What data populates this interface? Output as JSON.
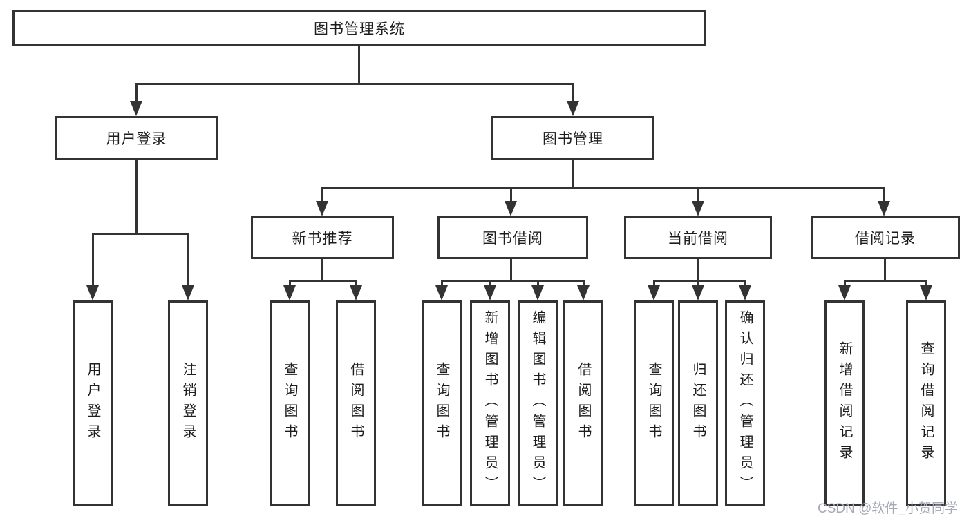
{
  "nodes": {
    "root": {
      "label": "图书管理系统"
    },
    "level2": [
      {
        "label": "用户登录",
        "parent": "图书管理系统"
      },
      {
        "label": "图书管理",
        "parent": "图书管理系统"
      }
    ],
    "level3": [
      {
        "label": "新书推荐",
        "parent": "图书管理"
      },
      {
        "label": "图书借阅",
        "parent": "图书管理"
      },
      {
        "label": "当前借阅",
        "parent": "图书管理"
      },
      {
        "label": "借阅记录",
        "parent": "图书管理"
      }
    ],
    "leaves": [
      {
        "label": "用户登录",
        "parent": "用户登录"
      },
      {
        "label": "注销登录",
        "parent": "用户登录"
      },
      {
        "label": "查询图书",
        "parent": "新书推荐"
      },
      {
        "label": "借阅图书",
        "parent": "新书推荐"
      },
      {
        "label": "查询图书",
        "parent": "图书借阅"
      },
      {
        "label": "新增图书（管理员）",
        "parent": "图书借阅"
      },
      {
        "label": "编辑图书（管理员）",
        "parent": "图书借阅"
      },
      {
        "label": "借阅图书",
        "parent": "图书借阅"
      },
      {
        "label": "查询图书",
        "parent": "当前借阅"
      },
      {
        "label": "归还图书",
        "parent": "当前借阅"
      },
      {
        "label": "确认归还（管理员）",
        "parent": "当前借阅"
      },
      {
        "label": "新增借阅记录",
        "parent": "借阅记录"
      },
      {
        "label": "查询借阅记录",
        "parent": "借阅记录"
      }
    ]
  },
  "watermark": {
    "text": "CSDN @软件_小贺同学"
  },
  "colors": {
    "line": "#333333",
    "box_border": "#333333",
    "text": "#1d1d1d",
    "watermark": "#a6a8b8",
    "background": "#ffffff"
  }
}
